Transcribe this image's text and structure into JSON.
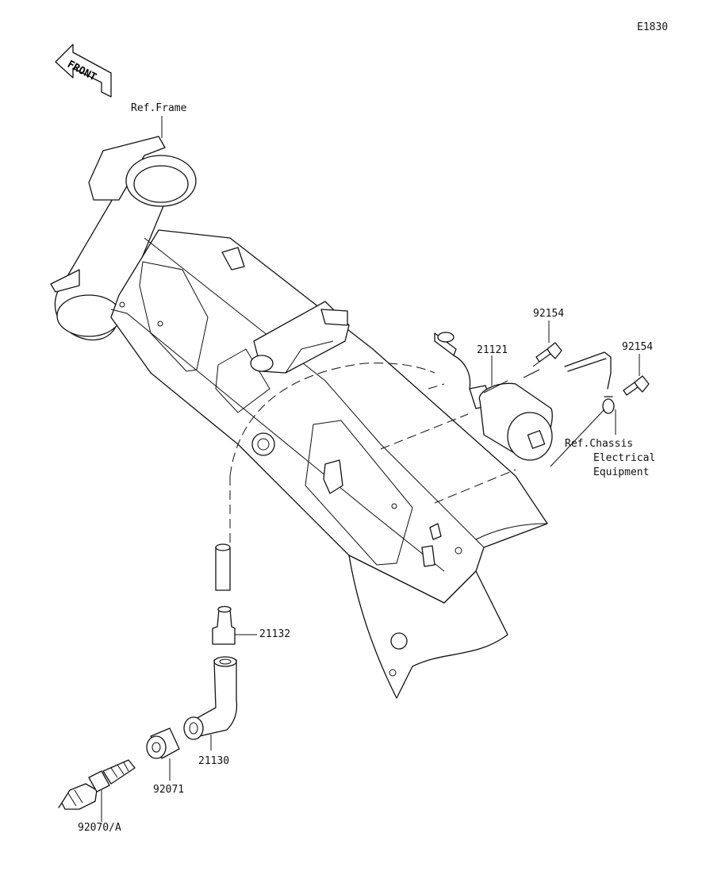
{
  "diagram_id": "E1830",
  "front_arrow_text": "FRONT",
  "labels": {
    "ref_frame": "Ref.Frame",
    "part_21121": "21121",
    "part_92154_a": "92154",
    "part_92154_b": "92154",
    "ref_chassis_1": "Ref.Chassis",
    "ref_chassis_2": "Electrical",
    "ref_chassis_3": "Equipment",
    "part_21132": "21132",
    "part_21130": "21130",
    "part_92071": "92071",
    "part_92070a": "92070/A"
  },
  "colors": {
    "line": "#111111",
    "background": "#ffffff"
  }
}
